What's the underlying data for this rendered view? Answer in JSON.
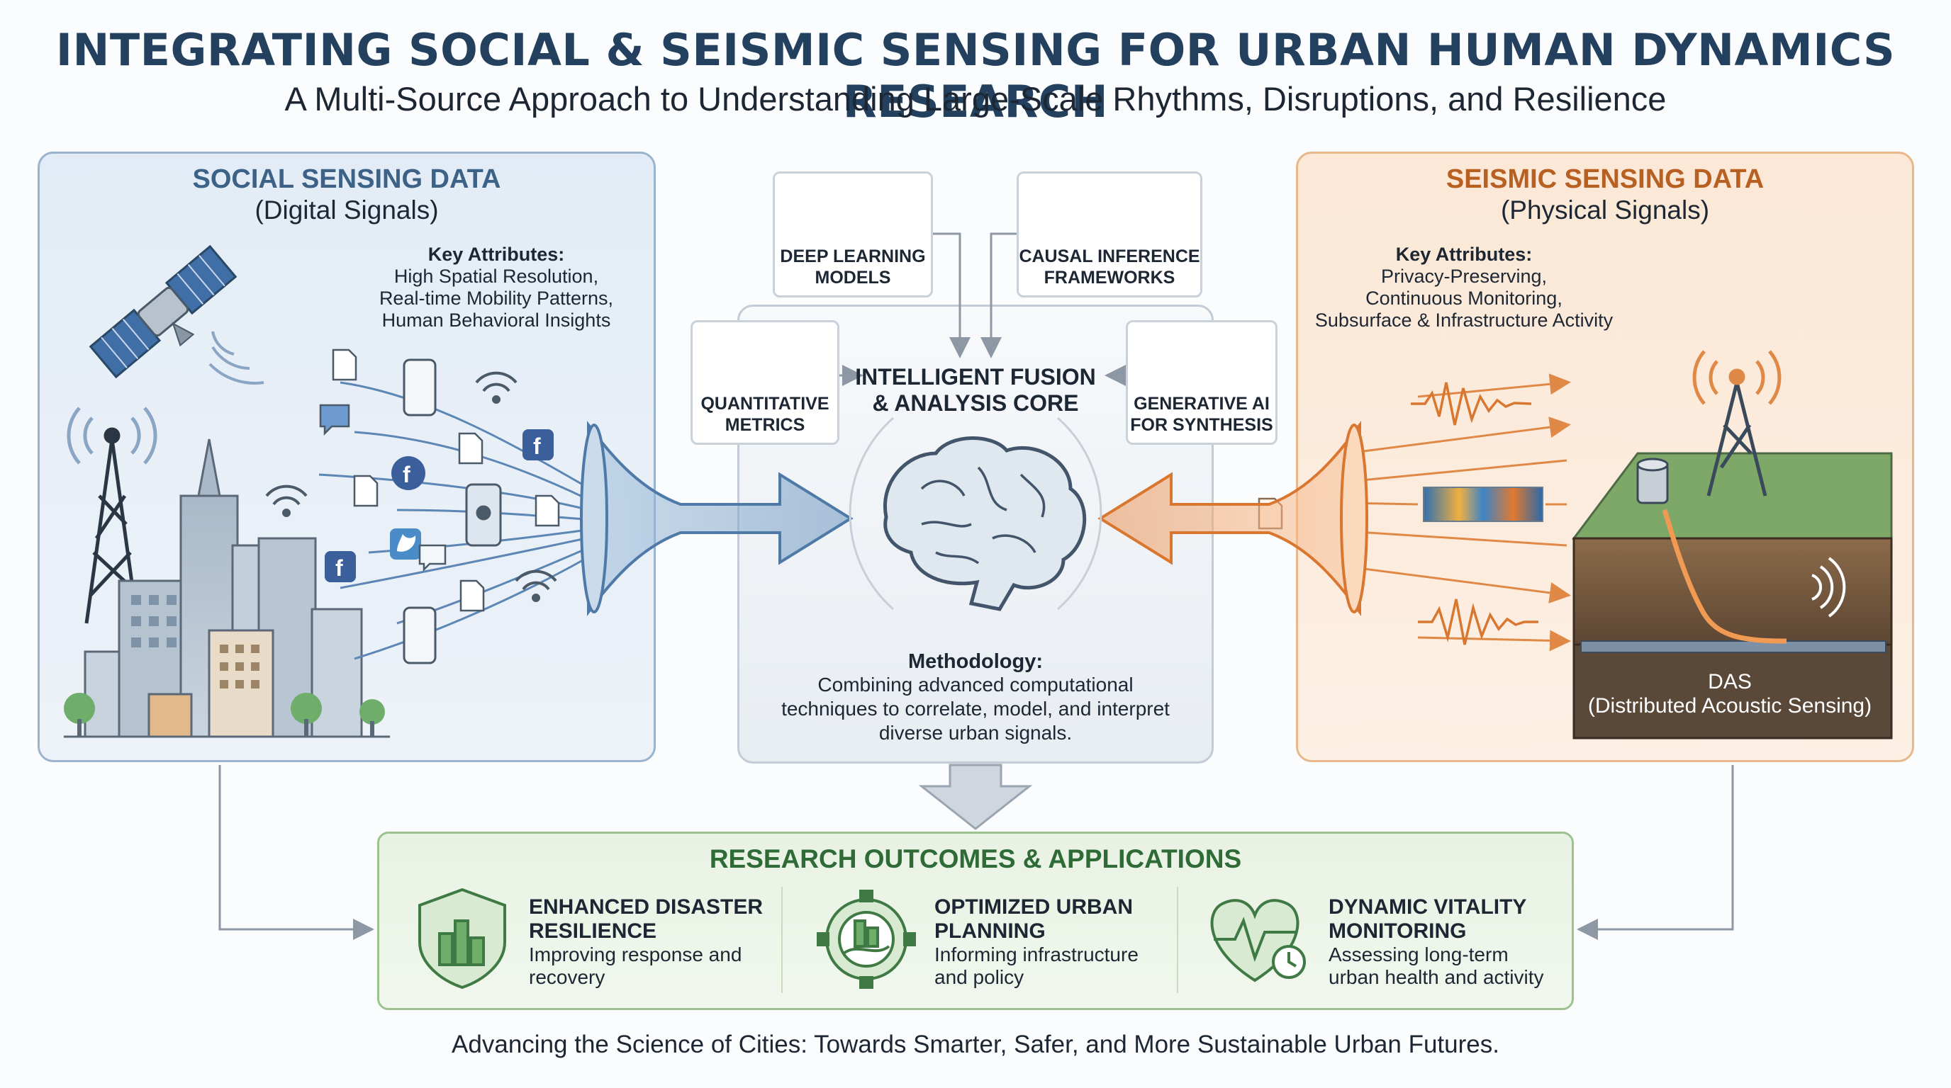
{
  "header": {
    "title": "INTEGRATING SOCIAL & SEISMIC SENSING FOR URBAN HUMAN DYNAMICS RESEARCH",
    "subtitle": "A Multi-Source Approach to Understanding Large-Scale Rhythms, Disruptions, and Resilience"
  },
  "social": {
    "title": "SOCIAL SENSING DATA",
    "subtitle": "(Digital Signals)",
    "attributes_heading": "Key Attributes:",
    "attributes": [
      "High Spatial Resolution,",
      "Real-time Mobility Patterns,",
      "Human Behavioral Insights"
    ]
  },
  "seismic": {
    "title": "SEISMIC SENSING DATA",
    "subtitle": "(Physical Signals)",
    "attributes_heading": "Key Attributes:",
    "attributes": [
      "Privacy-Preserving,",
      "Continuous Monitoring,",
      "Subsurface & Infrastructure Activity"
    ],
    "das_label": "DAS",
    "das_full": "(Distributed Acoustic Sensing)"
  },
  "core": {
    "title_line1": "INTELLIGENT FUSION",
    "title_line2": "& ANALYSIS CORE",
    "methods": [
      {
        "line1": "DEEP LEARNING",
        "line2": "MODELS",
        "icon": "neural-network-icon"
      },
      {
        "line1": "CAUSAL INFERENCE",
        "line2": "FRAMEWORKS",
        "icon": "causal-graph-icon"
      },
      {
        "line1": "QUANTITATIVE",
        "line2": "METRICS",
        "icon": "bar-chart-icon"
      },
      {
        "line1": "GENERATIVE AI",
        "line2": "FOR SYNTHESIS",
        "icon": "ai-brain-icon"
      }
    ],
    "methodology_heading": "Methodology:",
    "methodology_lines": [
      "Combining advanced computational",
      "techniques to correlate, model, and interpret",
      "diverse urban signals."
    ]
  },
  "outcomes": {
    "title": "RESEARCH OUTCOMES & APPLICATIONS",
    "items": [
      {
        "line1": "ENHANCED DISASTER",
        "line2": "RESILIENCE",
        "desc1": "Improving response and",
        "desc2": "recovery",
        "icon": "shield-city-icon"
      },
      {
        "line1": "OPTIMIZED URBAN",
        "line2": "PLANNING",
        "desc1": "Informing infrastructure",
        "desc2": "and policy",
        "icon": "gear-city-icon"
      },
      {
        "line1": "DYNAMIC VITALITY",
        "line2": "MONITORING",
        "desc1": "Assessing long-term",
        "desc2": "urban health and activity",
        "icon": "heart-pulse-icon"
      }
    ]
  },
  "footer": {
    "text": "Advancing the Science of Cities: Towards Smarter, Safer, and More Sustainable Urban Futures."
  },
  "colors": {
    "title": "#23405e",
    "social_accent": "#3d6288",
    "seismic_accent": "#b85f22",
    "outcome_accent": "#2f6b37"
  }
}
